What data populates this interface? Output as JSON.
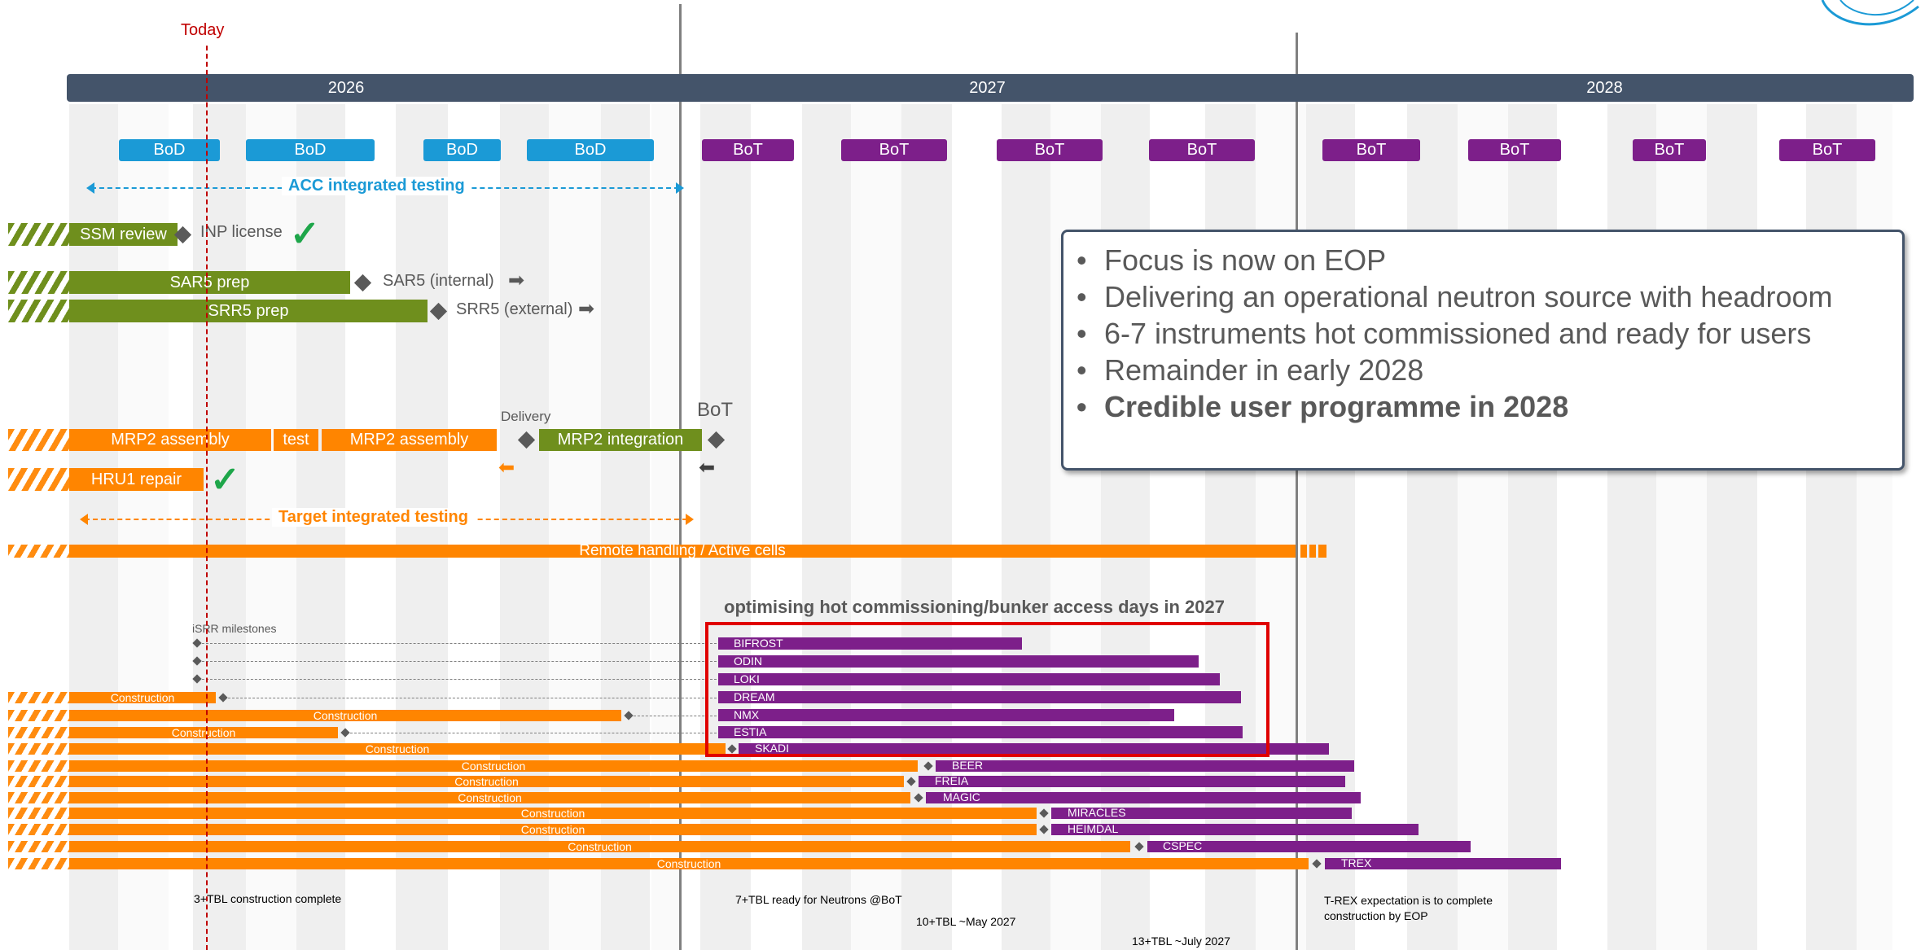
{
  "header": {
    "today_label": "Today",
    "years": [
      "2026",
      "2027",
      "2028"
    ],
    "bod_label": "BoD",
    "bot_label": "BoT"
  },
  "acc": {
    "testing_label": "ACC integrated testing",
    "ssm_review": "SSM review",
    "inp_license": "INP license",
    "sar5_prep": "SAR5 prep",
    "sar5_internal": "SAR5 (internal)",
    "srr5_prep": "SRR5 prep",
    "srr5_external": "SRR5 (external)"
  },
  "target": {
    "delivery_label": "Delivery",
    "bot_marker": "BoT",
    "mrp2_assembly_1": "MRP2 assembly",
    "test": "test",
    "mrp2_assembly_2": "MRP2 assembly",
    "mrp2_integration": "MRP2 integration",
    "hru1_repair": "HRU1 repair",
    "testing_label": "Target integrated testing",
    "remote_handling": "Remote handling / Active cells"
  },
  "callout": {
    "items": [
      "Focus is now on EOP",
      "Delivering an operational neutron source with headroom",
      "6-7 instruments hot commissioned and ready for users",
      "Remainder in early 2028"
    ],
    "bold_item": "Credible user programme in 2028"
  },
  "instruments": {
    "heading": "optimising hot commissioning/bunker access days in 2027",
    "milestones_label": "iSRR milestones",
    "construction_label": "Construction",
    "names": [
      "BIFROST",
      "ODIN",
      "LOKI",
      "DREAM",
      "NMX",
      "ESTIA",
      "SKADI",
      "BEER",
      "FREIA",
      "MAGIC",
      "MIRACLES",
      "HEIMDAL",
      "CSPEC",
      "TREX"
    ]
  },
  "notes": {
    "note1": "3+TBL construction complete",
    "note2": "7+TBL ready for Neutrons @BoT",
    "note3": "10+TBL ~May 2027",
    "note4": "13+TBL ~July 2027",
    "note5_line1": "T-REX expectation is to complete",
    "note5_line2": "construction by EOP"
  },
  "colors": {
    "year_bar": "#44546a",
    "bod": "#1b9ad6",
    "bot": "#7d1f8a",
    "green": "#6f8f1d",
    "orange": "#ff8500",
    "today": "#c00000",
    "highlight_box": "#e00000"
  }
}
